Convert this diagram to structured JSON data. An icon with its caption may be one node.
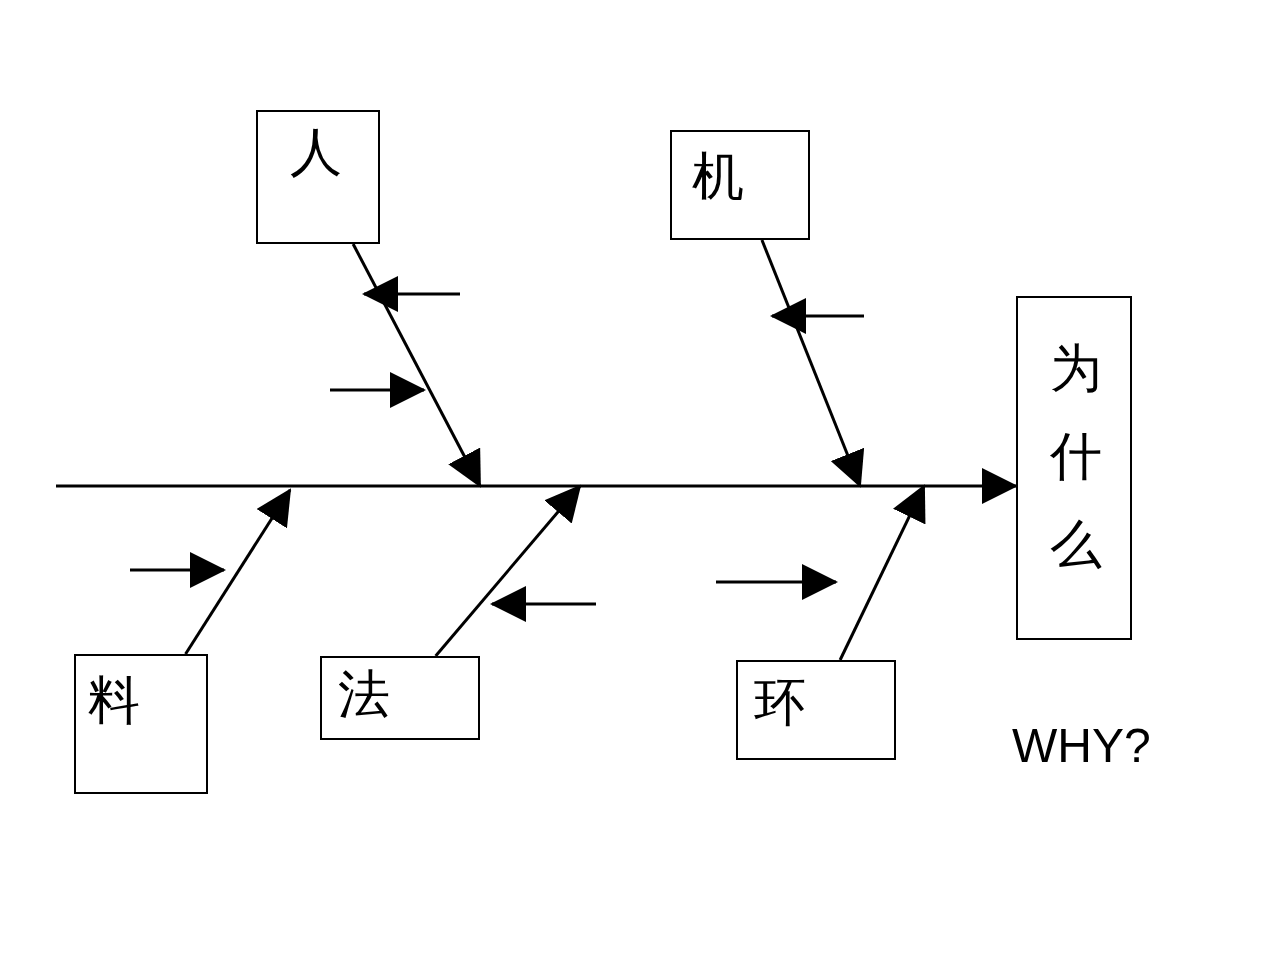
{
  "diagram": {
    "nodes": [
      {
        "text": [
          "人"
        ]
      },
      {
        "text": [
          "机"
        ]
      },
      {
        "text": [
          "料"
        ]
      },
      {
        "text": [
          "法"
        ]
      },
      {
        "text": [
          "环"
        ]
      },
      {
        "text": [
          "为什么"
        ]
      }
    ],
    "edges": [
      {
        "from": null,
        "to": 5,
        "arrow": "to"
      },
      {
        "from": 0,
        "to": null,
        "arrow": "to"
      },
      {
        "from": 1,
        "to": null,
        "arrow": "to"
      },
      {
        "from": 2,
        "to": null,
        "arrow": "to"
      },
      {
        "from": 3,
        "to": null,
        "arrow": "to"
      },
      {
        "from": 4,
        "to": null,
        "arrow": "to"
      }
    ],
    "labels": [
      "WHY?"
    ]
  }
}
